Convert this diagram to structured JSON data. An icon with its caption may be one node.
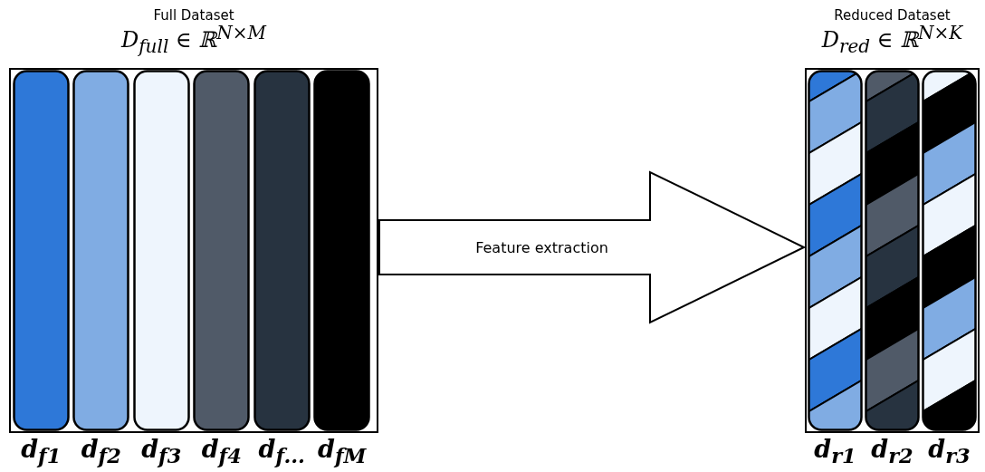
{
  "diagram": {
    "nodes": [
      {
        "text": [
          "Full Dataset",
          "D$_{full}$ ∈ ℝ$^{N×M}$"
        ]
      },
      {
        "text": [],
        "shape": "bar",
        "in": 0,
        "beside": [
          "d$_{f1}$"
        ]
      },
      {
        "text": [],
        "shape": "bar",
        "in": 0,
        "beside": [
          "d$_{f2}$"
        ]
      },
      {
        "text": [],
        "shape": "bar",
        "in": 0,
        "beside": [
          "d$_{f3}$"
        ]
      },
      {
        "text": [],
        "shape": "bar",
        "in": 0,
        "beside": [
          "d$_{f4}$"
        ]
      },
      {
        "text": [],
        "shape": "bar",
        "in": 0,
        "beside": [
          "d$_{f...}$"
        ]
      },
      {
        "text": [],
        "shape": "bar",
        "in": 0,
        "beside": [
          "d$_{fM}$"
        ]
      },
      {
        "text": [
          "Reduced Dataset",
          "D$_{red}$ ∈ ℝ$^{N×K}$"
        ]
      },
      {
        "text": [],
        "shape": "bar",
        "in": 7,
        "beside": [
          "d$_{r1}$"
        ]
      },
      {
        "text": [],
        "shape": "bar",
        "in": 7,
        "beside": [
          "d$_{r2}$"
        ]
      },
      {
        "text": [],
        "shape": "bar",
        "in": 7,
        "beside": [
          "d$_{r3}$"
        ]
      }
    ],
    "edges": [
      {
        "from": 0,
        "to": 7,
        "arrow": "to",
        "label": "Feature extraction"
      }
    ]
  }
}
